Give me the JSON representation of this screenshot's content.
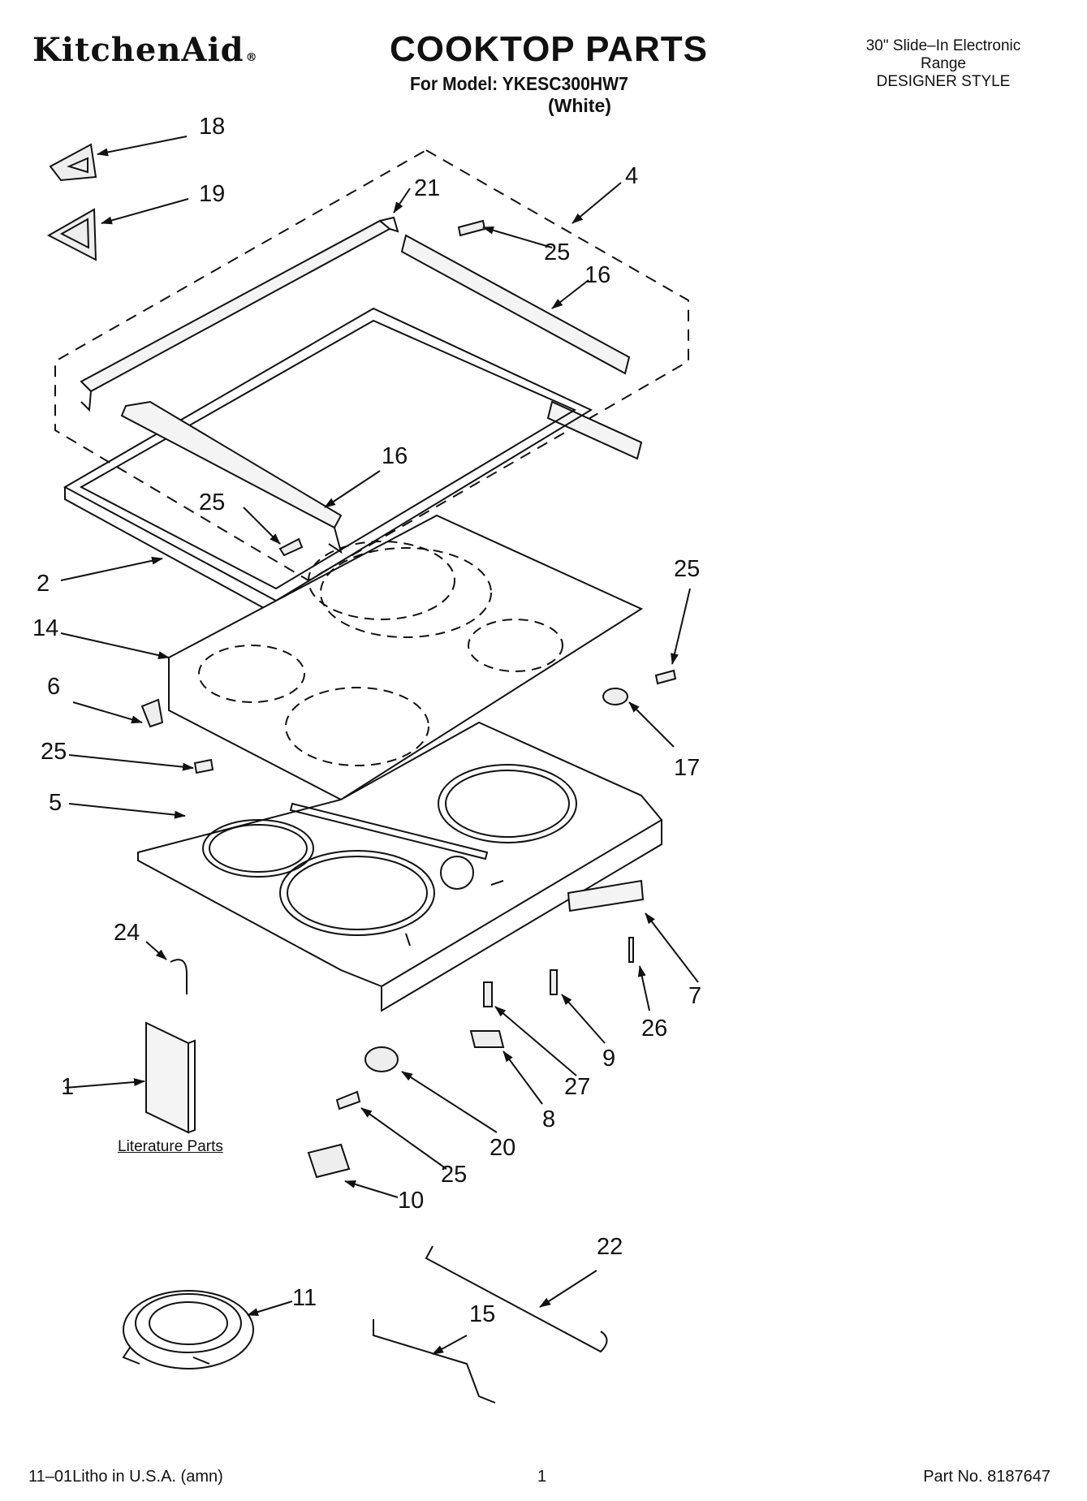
{
  "header": {
    "brand": "KitchenAid",
    "brand_mark": "®",
    "title": "COOKTOP PARTS",
    "model_line": "For Model: YKESC300HW7",
    "color_line": "(White)",
    "product_lines": [
      "30\" Slide–In Electronic",
      "Range",
      "DESIGNER STYLE"
    ]
  },
  "callouts": [
    {
      "id": "c18",
      "label": "18"
    },
    {
      "id": "c19",
      "label": "19"
    },
    {
      "id": "c21",
      "label": "21"
    },
    {
      "id": "c4",
      "label": "4"
    },
    {
      "id": "c25a",
      "label": "25"
    },
    {
      "id": "c16a",
      "label": "16"
    },
    {
      "id": "c16b",
      "label": "16"
    },
    {
      "id": "c25b",
      "label": "25"
    },
    {
      "id": "c2",
      "label": "2"
    },
    {
      "id": "c25c",
      "label": "25"
    },
    {
      "id": "c14",
      "label": "14"
    },
    {
      "id": "c6",
      "label": "6"
    },
    {
      "id": "c17",
      "label": "17"
    },
    {
      "id": "c25d",
      "label": "25"
    },
    {
      "id": "c5",
      "label": "5"
    },
    {
      "id": "c24",
      "label": "24"
    },
    {
      "id": "c7",
      "label": "7"
    },
    {
      "id": "c26",
      "label": "26"
    },
    {
      "id": "c9",
      "label": "9"
    },
    {
      "id": "c1",
      "label": "1"
    },
    {
      "id": "c27",
      "label": "27"
    },
    {
      "id": "c8",
      "label": "8"
    },
    {
      "id": "c20",
      "label": "20"
    },
    {
      "id": "c25e",
      "label": "25"
    },
    {
      "id": "c10",
      "label": "10"
    },
    {
      "id": "c22",
      "label": "22"
    },
    {
      "id": "c11",
      "label": "11"
    },
    {
      "id": "c15",
      "label": "15"
    }
  ],
  "literature_label": "Literature Parts",
  "footer": {
    "left": "11–01Litho in U.S.A. (amn)",
    "center": "1",
    "right": "Part No. 8187647"
  }
}
